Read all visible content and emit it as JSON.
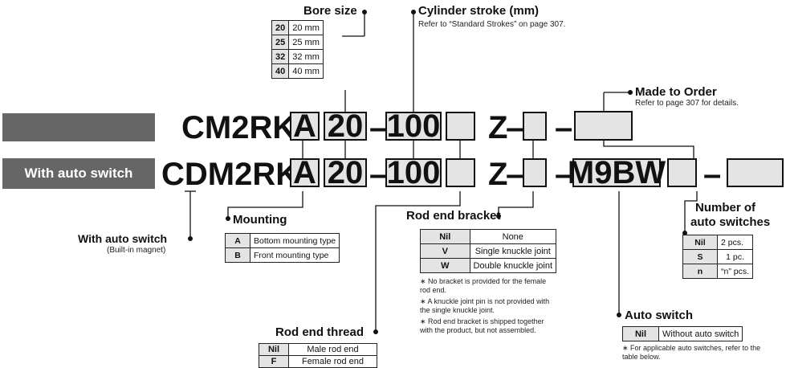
{
  "main": {
    "prefix": "CM2RK",
    "mount": "A",
    "bore": "20",
    "dash1": "–",
    "stroke": "100",
    "z": "Z",
    "dash2": "–",
    "dash3": "–"
  },
  "sw": {
    "badge": "With auto switch",
    "prefix": "CDM2RK",
    "mount": "A",
    "bore": "20",
    "dash1": "–",
    "stroke": "100",
    "z": "Z",
    "dash2": "–",
    "dash3": "–",
    "switch": "M9BW",
    "dash4": "–"
  },
  "bore_size": {
    "title": "Bore size",
    "rows": [
      [
        "20",
        "20 mm"
      ],
      [
        "25",
        "25 mm"
      ],
      [
        "32",
        "32 mm"
      ],
      [
        "40",
        "40 mm"
      ]
    ]
  },
  "cylinder_stroke": {
    "title": "Cylinder stroke (mm)",
    "note": "Refer to “Standard Strokes” on page 307."
  },
  "made_to_order": {
    "title": "Made to Order",
    "note": "Refer to page 307 for details."
  },
  "mounting": {
    "title": "Mounting",
    "rows": [
      [
        "A",
        "Bottom mounting type"
      ],
      [
        "B",
        "Front mounting type"
      ]
    ]
  },
  "with_auto_switch": {
    "title": "With auto switch",
    "note": "(Built-in magnet)"
  },
  "rod_end_bracket": {
    "title": "Rod end bracket",
    "rows": [
      [
        "Nil",
        "None"
      ],
      [
        "V",
        "Single knuckle joint"
      ],
      [
        "W",
        "Double knuckle joint"
      ]
    ],
    "notes": [
      "∗ No bracket is provided for the female rod end.",
      "∗ A knuckle joint pin is not provided with the single knuckle joint.",
      "∗ Rod end bracket is shipped together with the product, but not assembled."
    ]
  },
  "rod_end_thread": {
    "title": "Rod end thread",
    "rows": [
      [
        "Nil",
        "Male rod end"
      ],
      [
        "F",
        "Female rod end"
      ]
    ]
  },
  "number_of_switches": {
    "title_line1": "Number of",
    "title_line2": "auto switches",
    "rows": [
      [
        "Nil",
        "2 pcs."
      ],
      [
        "S",
        "1 pc."
      ],
      [
        "n",
        "“n” pcs."
      ]
    ]
  },
  "auto_switch": {
    "title": "Auto switch",
    "rows": [
      [
        "Nil",
        "Without auto switch"
      ]
    ],
    "note": "∗ For applicable auto switches, refer to the table below."
  },
  "colors": {
    "box_fill": "#e4e4e4",
    "badge_fill": "#666666",
    "line": "#111111"
  }
}
